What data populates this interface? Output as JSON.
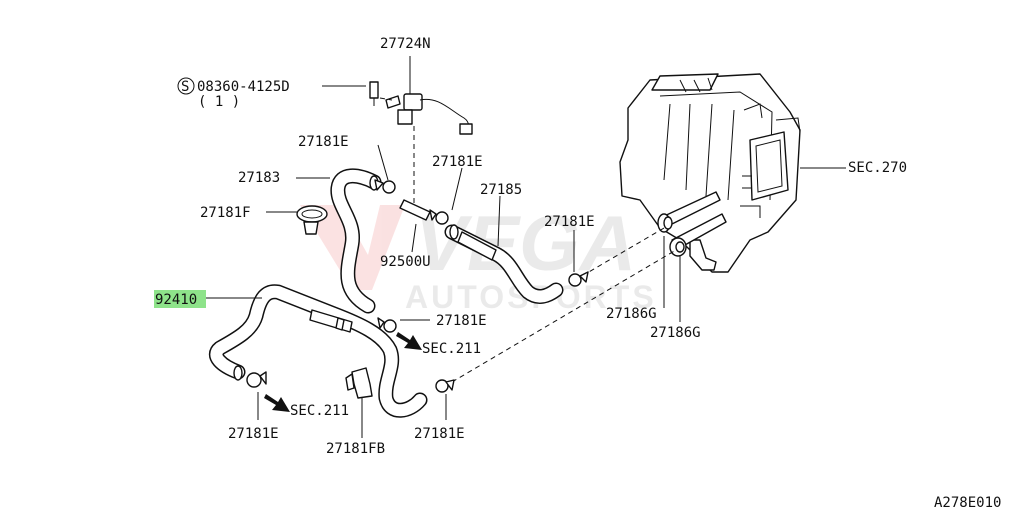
{
  "diagram": {
    "watermark": {
      "line1": "VEGA",
      "line2": "AUTOSPORTS"
    },
    "labels": {
      "p27724n": "27724N",
      "bolt": "08360-4125D",
      "bolt_qty": "( 1 )",
      "bolt_symbol": "S",
      "p27181e_a": "27181E",
      "p27183": "27183",
      "p27181e_b": "27181E",
      "p27185": "27185",
      "p27181f": "27181F",
      "p92500u": "92500U",
      "p27181e_c": "27181E",
      "p92410": "92410",
      "p27181e_d": "27181E",
      "sec211_a": "SEC.211",
      "sec211_b": "SEC.211",
      "p27181e_e": "27181E",
      "p27181fb": "27181FB",
      "p27181e_f": "27181E",
      "p27186g_a": "27186G",
      "p27186g_b": "27186G",
      "sec270": "SEC.270",
      "figure_code": "A278E010"
    },
    "highlight_color": "#8ee38a"
  }
}
